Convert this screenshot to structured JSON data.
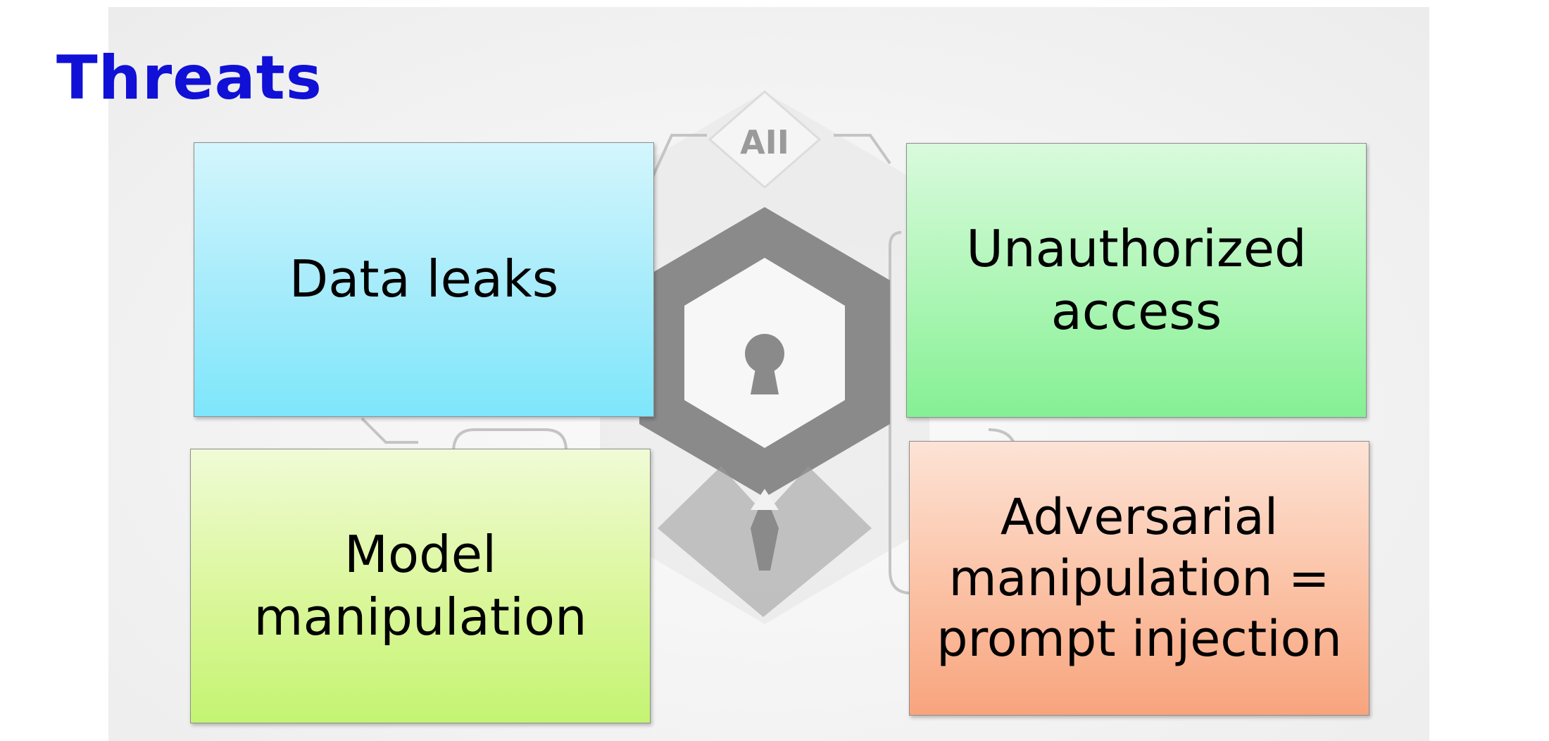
{
  "slide": {
    "title": "Threats",
    "background_mark": "AII",
    "boxes": {
      "top_left": "Data leaks",
      "top_right": "Unauthorized access",
      "bottom_left": "Model manipulation",
      "bottom_right": "Adversarial manipulation = prompt injection"
    }
  },
  "colors": {
    "title": "#1010d6",
    "top_left_box": "#a9ecfb",
    "top_right_box": "#b0f6b8",
    "bottom_left_box": "#dcf79e",
    "bottom_right_box": "#fbc4a8"
  },
  "icons": [
    "shield-keyhole-icon",
    "person-tie-icon"
  ]
}
